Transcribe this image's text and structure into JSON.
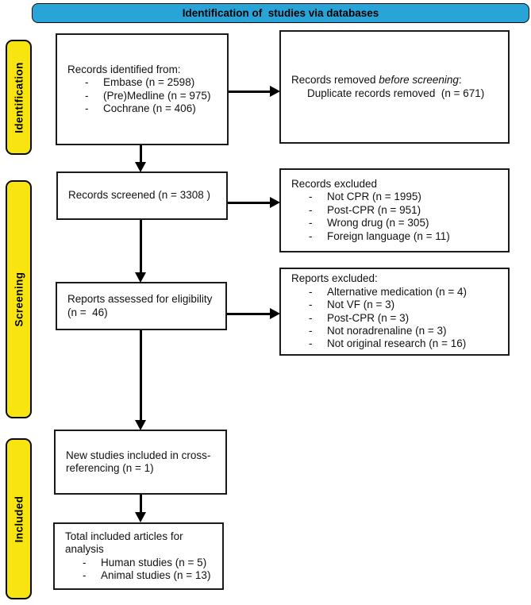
{
  "header": {
    "title": "Identification of  studies via databases",
    "bg_color": "#29A4D9"
  },
  "side_labels": [
    {
      "label": "Identification"
    },
    {
      "label": "Screening"
    },
    {
      "label": "Included"
    }
  ],
  "bullet_char": "-",
  "colors": {
    "banner_blue": "#29A4D9",
    "stage_yellow": "#F8E411",
    "box_border": "#1a1a1a",
    "arrow_black": "#000000"
  },
  "boxes": {
    "records_identified": {
      "title": "Records identified from:",
      "items": [
        "Embase (n = 2598)",
        "(Pre)Medline (n = 975)",
        "Cochrane (n = 406)"
      ]
    },
    "records_removed": {
      "line1_prefix": "Records removed ",
      "line1_italic": "before screening",
      "line1_suffix": ":",
      "line2": "Duplicate records removed  (n = 671)"
    },
    "records_screened": {
      "title": "Records screened (n = 3308 )"
    },
    "records_excluded": {
      "title": "Records excluded",
      "items": [
        "Not CPR (n = 1995)",
        "Post-CPR (n = 951)",
        "Wrong drug (n = 305)",
        "Foreign language (n = 11)"
      ]
    },
    "reports_assessed": {
      "line1": "Reports assessed for eligibility",
      "line2": "(n =  46)"
    },
    "reports_excluded": {
      "title": "Reports excluded:",
      "items": [
        "Alternative medication (n = 4)",
        "Not VF (n = 3)",
        "Post-CPR (n = 3)",
        "Not noradrenaline (n = 3)",
        "Not original research (n = 16)"
      ]
    },
    "new_studies": {
      "text": "New studies included in cross-referencing (n = 1)"
    },
    "total_included": {
      "title": "Total included articles for analysis",
      "items": [
        "Human studies (n = 5)",
        "Animal studies (n = 13)"
      ]
    }
  }
}
